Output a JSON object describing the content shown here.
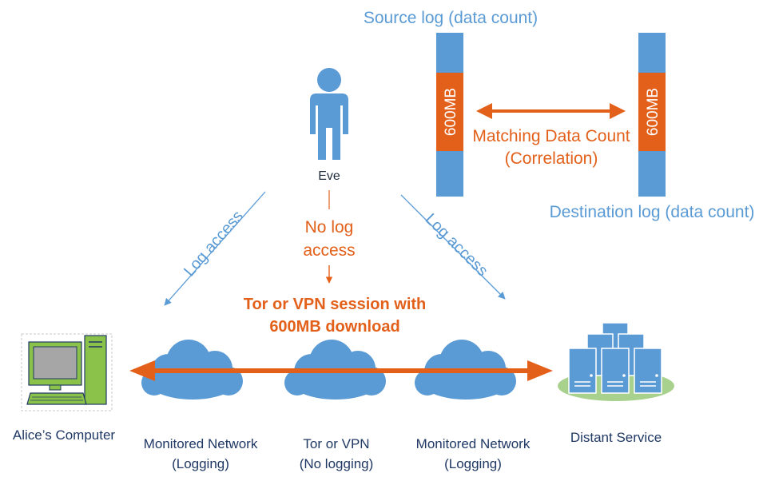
{
  "colors": {
    "blue": "#5B9BD5",
    "orange": "#E3601A",
    "cloud": "#5B9BD5",
    "computer_green": "#8BC34A",
    "server_base": "#A9D18E",
    "navy": "#1F3864"
  },
  "source_log": {
    "label": "Source log (data count)",
    "block_label": "600MB"
  },
  "destination_log": {
    "label": "Destination log (data count)",
    "block_label": "600MB"
  },
  "correlation": {
    "line1": "Matching Data Count",
    "line2": "(Correlation)"
  },
  "eve": {
    "label": "Eve",
    "icon": "person-icon"
  },
  "no_log": {
    "line1": "No log",
    "line2": "access"
  },
  "log_access_left": "Log access",
  "log_access_right": "Log access",
  "session": {
    "line1": "Tor or VPN session with",
    "line2": "600MB download"
  },
  "nodes": [
    {
      "line1": "Alice’s Computer",
      "line2": "",
      "icon": "computer-icon"
    },
    {
      "line1": "Monitored Network",
      "line2": "(Logging)",
      "icon": "cloud-icon"
    },
    {
      "line1": "Tor or VPN",
      "line2": "(No logging)",
      "icon": "cloud-icon"
    },
    {
      "line1": "Monitored Network",
      "line2": "(Logging)",
      "icon": "cloud-icon"
    },
    {
      "line1": "Distant Service",
      "line2": "",
      "icon": "server-icon"
    }
  ]
}
